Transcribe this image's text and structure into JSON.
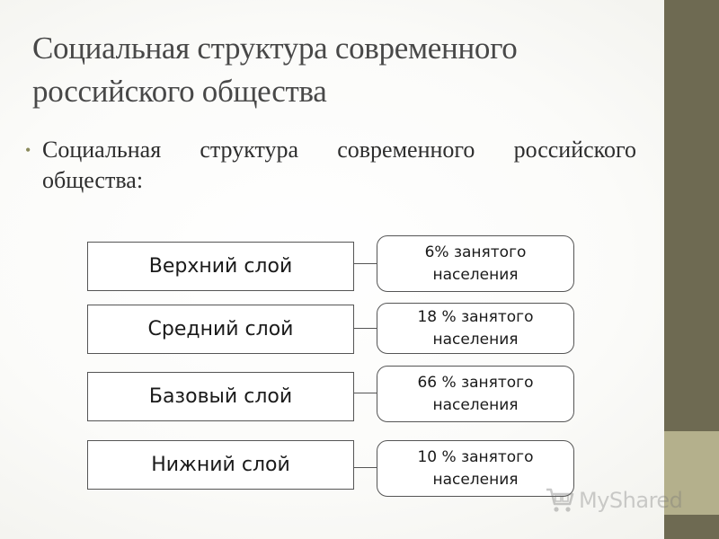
{
  "slide": {
    "title": "Социальная структура современного российского общества",
    "bullet": "Социальная структура современного российского общества:"
  },
  "diagram": {
    "layers": [
      {
        "name": "Верхний слой",
        "share": "6% занятого населения"
      },
      {
        "name": "Средний слой",
        "share": "18 % занятого населения"
      },
      {
        "name": "Базовый слой",
        "share": "66 % занятого населения"
      },
      {
        "name": "Нижний слой",
        "share": "10 % занятого населения"
      }
    ]
  },
  "watermark": {
    "text": "MyShared",
    "icon": "cart-icon"
  },
  "colors": {
    "side_bar": "#6e6a52",
    "side_bar_accent": "#b4b08c",
    "bullet": "#8a8a5c"
  }
}
